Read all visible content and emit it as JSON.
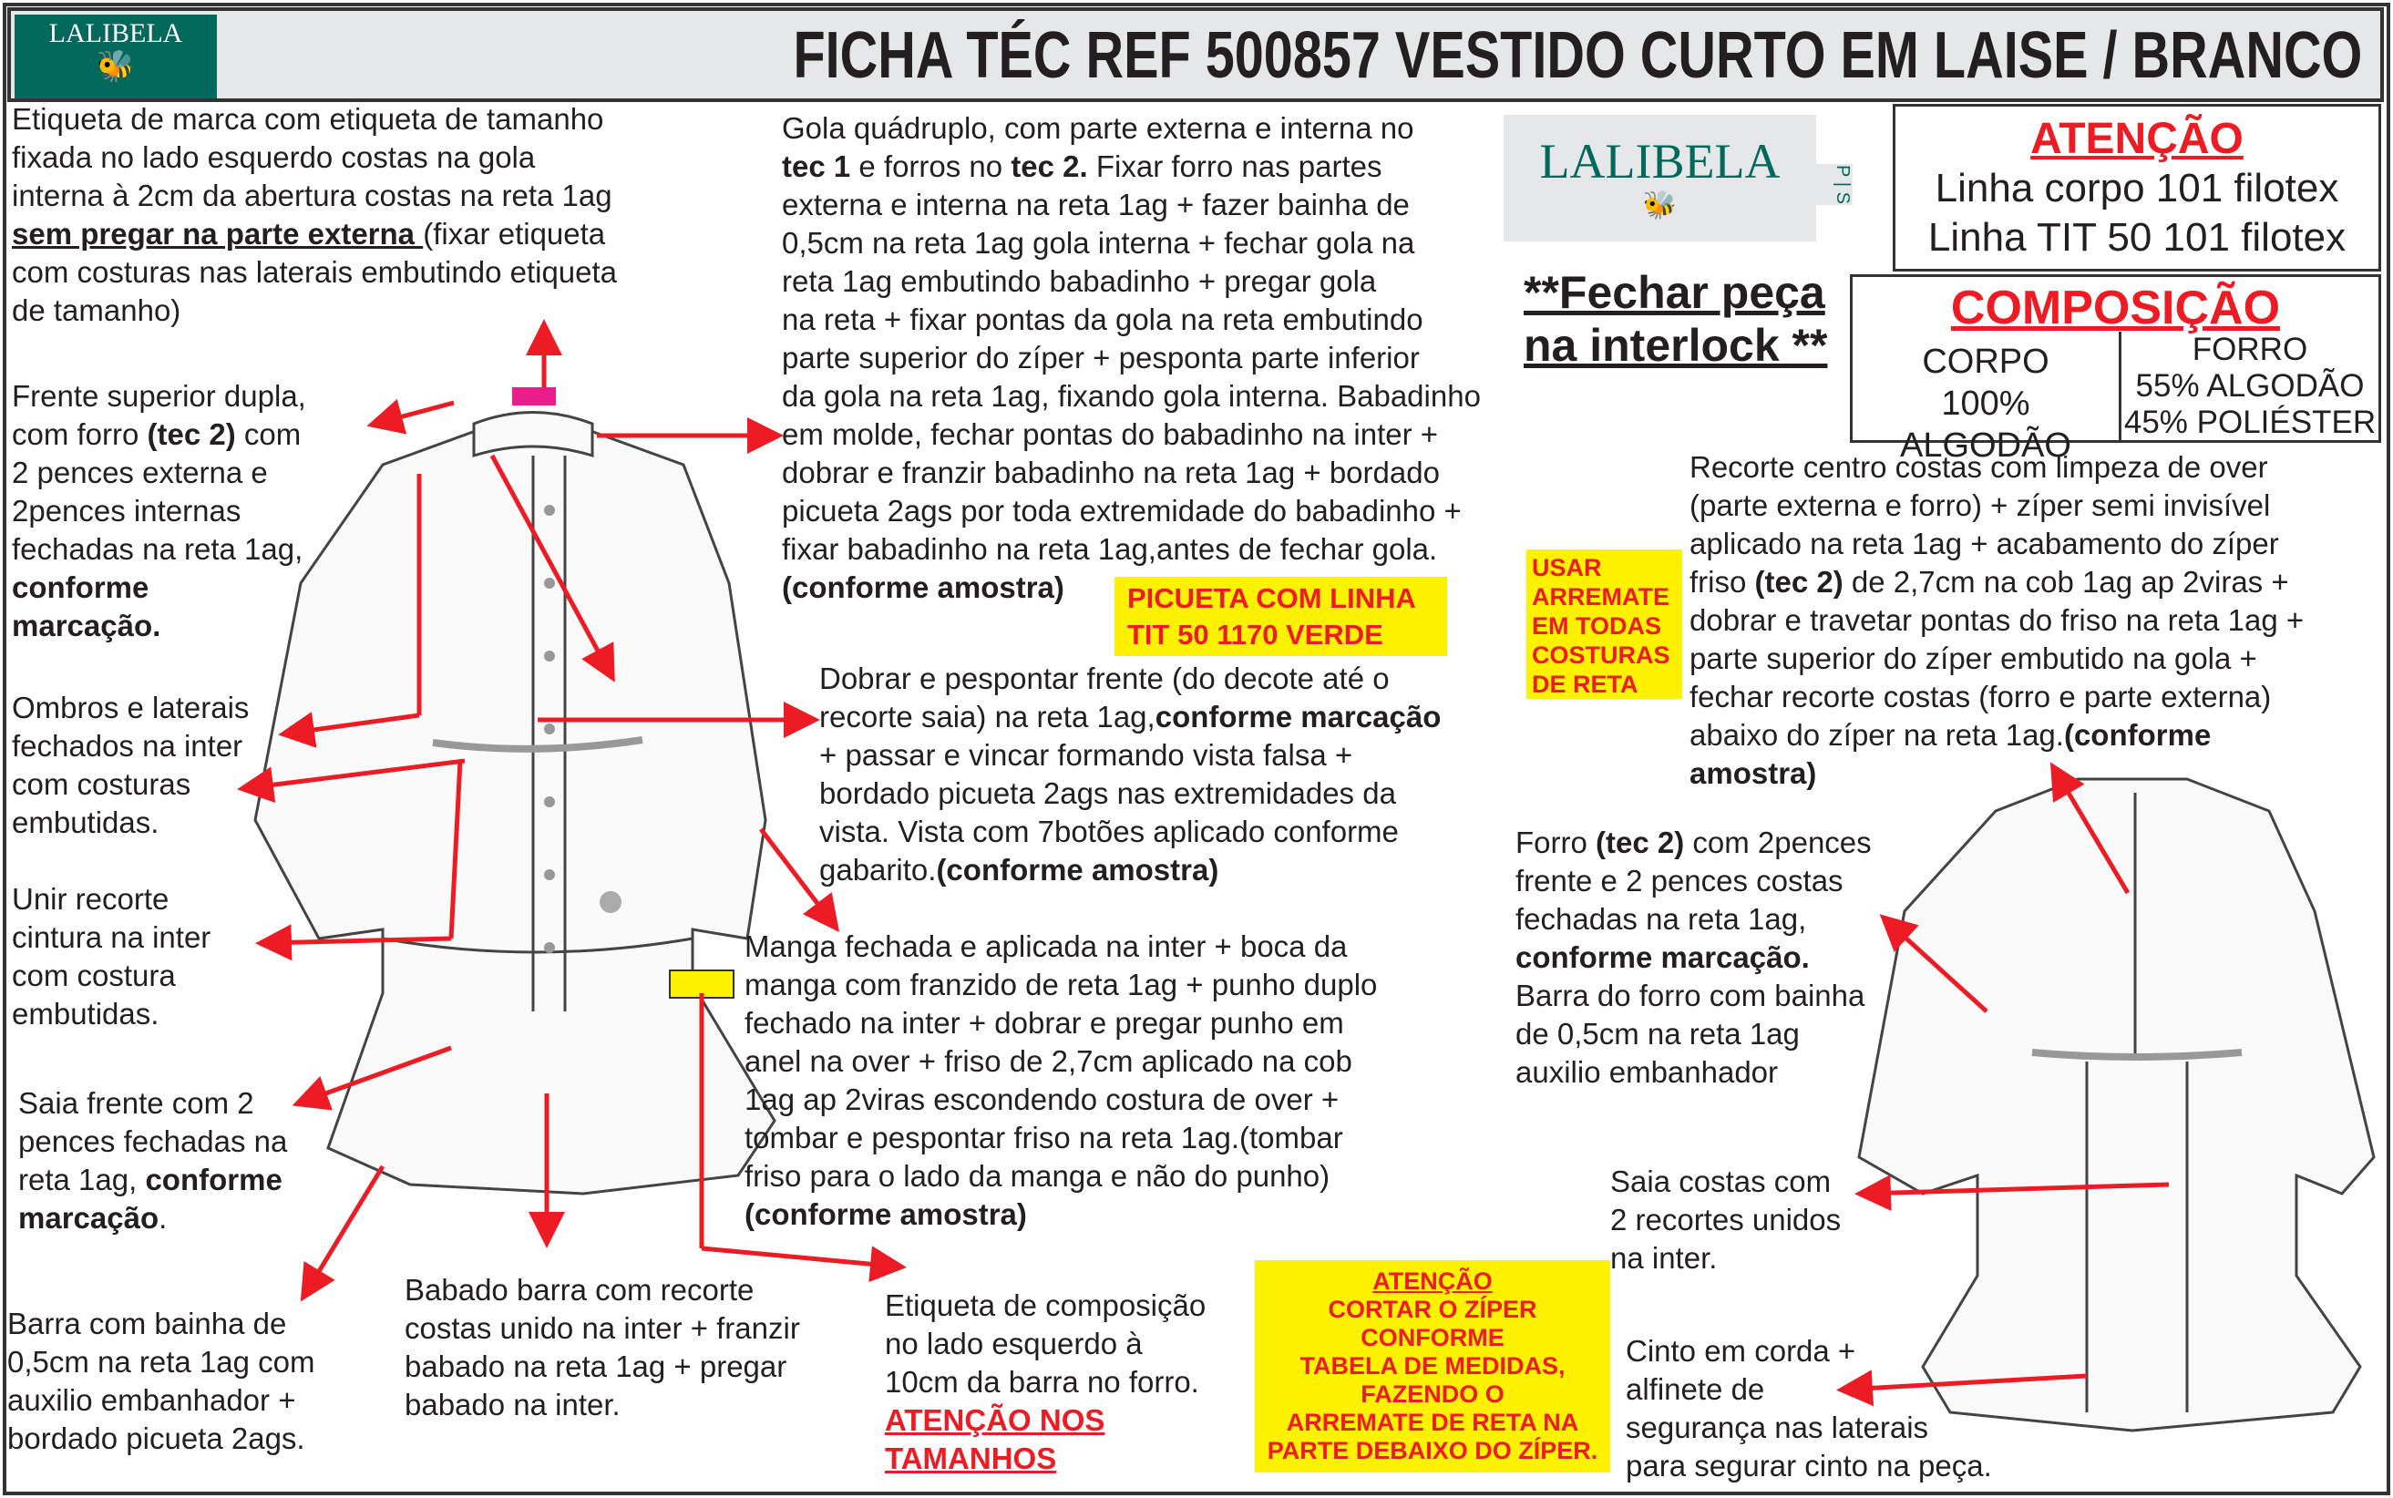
{
  "header": {
    "logo": "LALIBELA",
    "title": "FICHA TÉC REF 500857 VESTIDO CURTO EM LAISE / BRANCO"
  },
  "brand_label": {
    "logo": "LALIBELA",
    "size_p": "P",
    "size_s": "S"
  },
  "attention_box": {
    "title": "ATENÇÃO",
    "line1": "Linha corpo 101 filotex",
    "line2": "Linha TIT 50 101 filotex"
  },
  "closing_note": {
    "line1": "**Fechar peça",
    "line2": "na interlock **"
  },
  "composition": {
    "title": "COMPOSIÇÃO",
    "body_label": "CORPO",
    "body_value": "100% ALGODÃO",
    "lining_label": "FORRO",
    "lining_value1": "55% ALGODÃO",
    "lining_value2": "45% POLIÉSTER"
  },
  "notes": {
    "brand_label_a": "Etiqueta de marca com etiqueta de tamanho\nfixada no lado esquerdo costas na gola\ninterna à 2cm da abertura costas na reta 1ag\n",
    "brand_label_b": "sem pregar na parte externa ",
    "brand_label_c": "(fixar etiqueta\ncom costuras nas laterais embutindo etiqueta\nde  tamanho)",
    "collar_a": "Gola quádruplo, com parte externa e interna no\n",
    "collar_b": "tec 1",
    "collar_c": " e forros no ",
    "collar_d": "tec 2.",
    "collar_e": " Fixar forro nas partes\nexterna e interna na reta 1ag + fazer bainha de\n0,5cm na reta 1ag gola interna + fechar gola na\nreta 1ag embutindo babadinho + pregar gola\nna reta + fixar pontas da gola na reta embutindo\nparte superior do zíper + pesponta parte inferior\nda gola na reta 1ag, fixando gola interna. Babadinho\nem molde, fechar pontas do babadinho na inter +\ndobrar e franzir babadinho na reta 1ag + bordado\npicueta 2ags por toda extremidade do babadinho +\nfixar babadinho na reta 1ag,antes de fechar gola.\n",
    "collar_f": "(conforme amostra)",
    "back_a": "Recorte centro costas com limpeza de over\n(parte externa e forro) + zíper semi invisível\naplicado na reta 1ag +  acabamento do zíper\nfriso ",
    "back_b": "(tec 2)",
    "back_c": " de 2,7cm na cob 1ag ap 2viras +\ndobrar e travetar pontas do friso na reta 1ag +\nparte superior do zíper embutido na gola +\nfechar recorte costas (forro e parte externa)\nabaixo do zíper na reta 1ag.",
    "back_d": "(conforme\namostra)",
    "front_a": "Frente superior dupla,\ncom forro ",
    "front_b": "(tec 2)",
    "front_c": " com\n2 pences externa e\n2pences internas\nfechadas na reta 1ag,\n",
    "front_d": "conforme\nmarcação.",
    "shoulders": "Ombros e laterais\nfechados na inter\ncom costuras\nembutidas.",
    "waist": "Unir recorte\ncintura na inter\ncom costura\nembutidas.",
    "skirt_front_a": "Saia frente com 2\npences fechadas na\nreta 1ag, ",
    "skirt_front_b": "conforme\nmarcação",
    "skirt_front_c": ".",
    "hem": "Barra com bainha de\n0,5cm na reta 1ag com\nauxilio embanhador +\nbordado picueta 2ags.",
    "ruffle": "Babado barra com recorte\ncostas unido na inter + franzir\nbabado na reta 1ag + pregar\nbabado na inter.",
    "comp_label": "Etiqueta de composição\nno lado esquerdo à\n10cm da barra no forro.",
    "comp_label_warn": "ATENÇÃO NOS\nTAMANHOS",
    "placket_a": "Dobrar e pespontar frente (do decote até o\nrecorte saia) na reta 1ag,",
    "placket_b": "conforme marcação",
    "placket_c": "\n+ passar e vincar formando vista falsa +\nbordado picueta 2ags nas extremidades da\nvista. Vista com 7botões aplicado conforme\ngabarito.",
    "placket_d": "(conforme amostra)",
    "sleeve_a": "Manga fechada e aplicada na inter + boca da\nmanga com franzido de reta 1ag + punho duplo\nfechado na inter + dobrar e pregar punho em\nanel na over + friso de 2,7cm aplicado na cob\n1ag ap 2viras escondendo costura de over +\ntombar e pespontar friso na reta 1ag.(tombar\nfriso para o lado da manga e não do punho)\n",
    "sleeve_b": "(conforme amostra)",
    "lining_a": "Forro ",
    "lining_b": "(tec 2)",
    "lining_c": " com 2pences\nfrente e 2 pences costas\nfechadas na reta 1ag,\n",
    "lining_d": "conforme marcação.",
    "lining_e": "\nBarra do forro com bainha\nde 0,5cm na reta 1ag\nauxilio embanhador",
    "skirt_back": "Saia costas com\n2 recortes unidos\nna inter.",
    "belt": "Cinto em corda +\nalfinete de\nsegurança nas laterais\npara segurar cinto na peça."
  },
  "callouts": {
    "picueta": "PICUETA COM LINHA\nTIT 50 1170 VERDE",
    "usar": "USAR\nARREMATE\nEM TODAS\nCOSTURAS\nDE RETA",
    "zipper_title": "ATENÇÃO",
    "zipper": "CORTAR O ZÍPER\nCONFORME\nTABELA DE MEDIDAS,\nFAZENDO O\nARREMATE DE RETA NA\nPARTE DEBAIXO DO ZÍPER."
  },
  "colors": {
    "brand": "#00695c",
    "accent": "#ed1c24",
    "highlight": "#fff200"
  }
}
